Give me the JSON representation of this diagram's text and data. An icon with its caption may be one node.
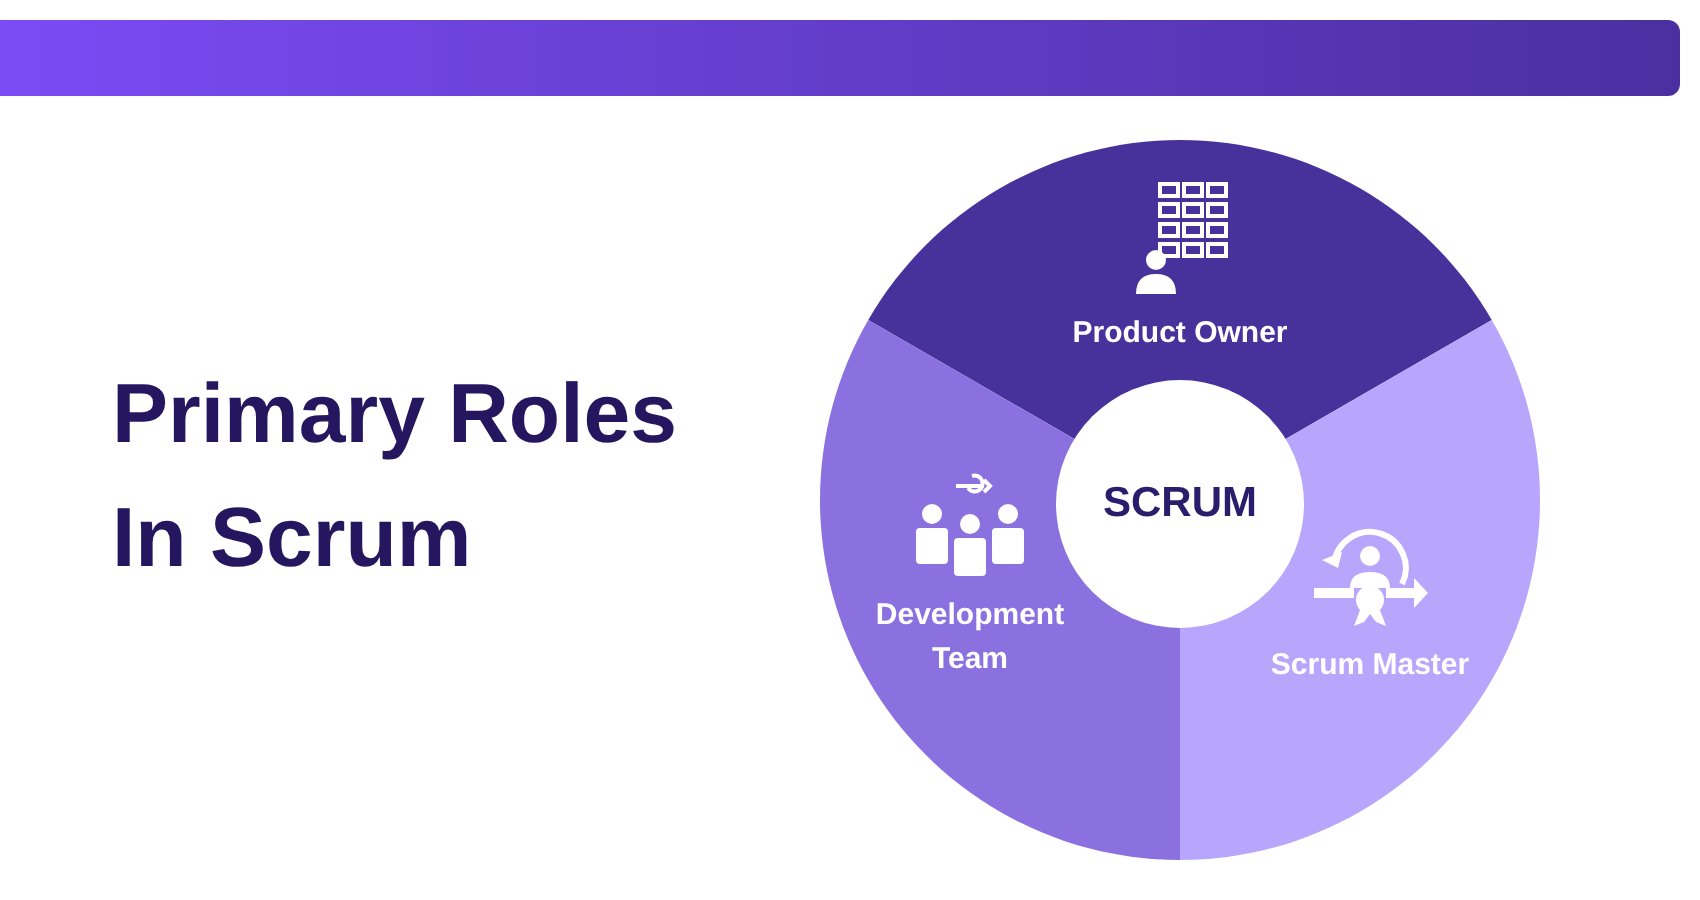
{
  "diagram": {
    "title": "Primary Roles In Scrum",
    "nodes": [
      {
        "text": [
          "Product Owner"
        ]
      },
      {
        "text": [
          "SCRUM"
        ]
      },
      {
        "text": [
          "Development Team"
        ]
      },
      {
        "text": [
          "Scrum Master"
        ]
      }
    ]
  }
}
